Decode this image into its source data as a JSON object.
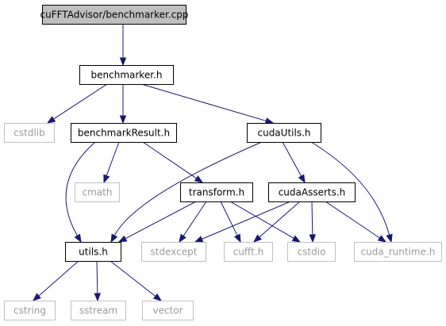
{
  "diagram": {
    "colors": {
      "edge": "#191970",
      "root_fill": "#bfbfbf",
      "node_border": "#000000",
      "external_border": "#bfbfbf",
      "external_text": "#9a9a9a"
    },
    "nodes": [
      {
        "id": "root",
        "label": "cuFFTAdvisor/benchmarker.cpp",
        "kind": "root"
      },
      {
        "id": "benchmarker_h",
        "label": "benchmarker.h",
        "kind": "internal"
      },
      {
        "id": "cstdlib",
        "label": "cstdlib",
        "kind": "external"
      },
      {
        "id": "benchmarkResult_h",
        "label": "benchmarkResult.h",
        "kind": "internal"
      },
      {
        "id": "cudaUtils_h",
        "label": "cudaUtils.h",
        "kind": "internal"
      },
      {
        "id": "cmath",
        "label": "cmath",
        "kind": "external"
      },
      {
        "id": "transform_h",
        "label": "transform.h",
        "kind": "internal"
      },
      {
        "id": "cudaAsserts_h",
        "label": "cudaAsserts.h",
        "kind": "internal"
      },
      {
        "id": "utils_h",
        "label": "utils.h",
        "kind": "internal"
      },
      {
        "id": "stdexcept",
        "label": "stdexcept",
        "kind": "external"
      },
      {
        "id": "cufft_h",
        "label": "cufft.h",
        "kind": "external"
      },
      {
        "id": "cstdio",
        "label": "cstdio",
        "kind": "external"
      },
      {
        "id": "cuda_runtime_h",
        "label": "cuda_runtime.h",
        "kind": "external"
      },
      {
        "id": "cstring",
        "label": "cstring",
        "kind": "external"
      },
      {
        "id": "sstream",
        "label": "sstream",
        "kind": "external"
      },
      {
        "id": "vector",
        "label": "vector",
        "kind": "external"
      }
    ],
    "edges": [
      {
        "from": "root",
        "to": "benchmarker_h"
      },
      {
        "from": "benchmarker_h",
        "to": "cstdlib"
      },
      {
        "from": "benchmarker_h",
        "to": "benchmarkResult_h"
      },
      {
        "from": "benchmarker_h",
        "to": "cudaUtils_h"
      },
      {
        "from": "benchmarkResult_h",
        "to": "cmath"
      },
      {
        "from": "benchmarkResult_h",
        "to": "transform_h"
      },
      {
        "from": "benchmarkResult_h",
        "to": "utils_h"
      },
      {
        "from": "cudaUtils_h",
        "to": "utils_h"
      },
      {
        "from": "cudaUtils_h",
        "to": "cudaAsserts_h"
      },
      {
        "from": "cudaUtils_h",
        "to": "cuda_runtime_h"
      },
      {
        "from": "transform_h",
        "to": "utils_h"
      },
      {
        "from": "transform_h",
        "to": "stdexcept"
      },
      {
        "from": "transform_h",
        "to": "cufft_h"
      },
      {
        "from": "transform_h",
        "to": "cstdio"
      },
      {
        "from": "cudaAsserts_h",
        "to": "stdexcept"
      },
      {
        "from": "cudaAsserts_h",
        "to": "cufft_h"
      },
      {
        "from": "cudaAsserts_h",
        "to": "cstdio"
      },
      {
        "from": "cudaAsserts_h",
        "to": "cuda_runtime_h"
      },
      {
        "from": "utils_h",
        "to": "cstring"
      },
      {
        "from": "utils_h",
        "to": "sstream"
      },
      {
        "from": "utils_h",
        "to": "vector"
      }
    ]
  }
}
